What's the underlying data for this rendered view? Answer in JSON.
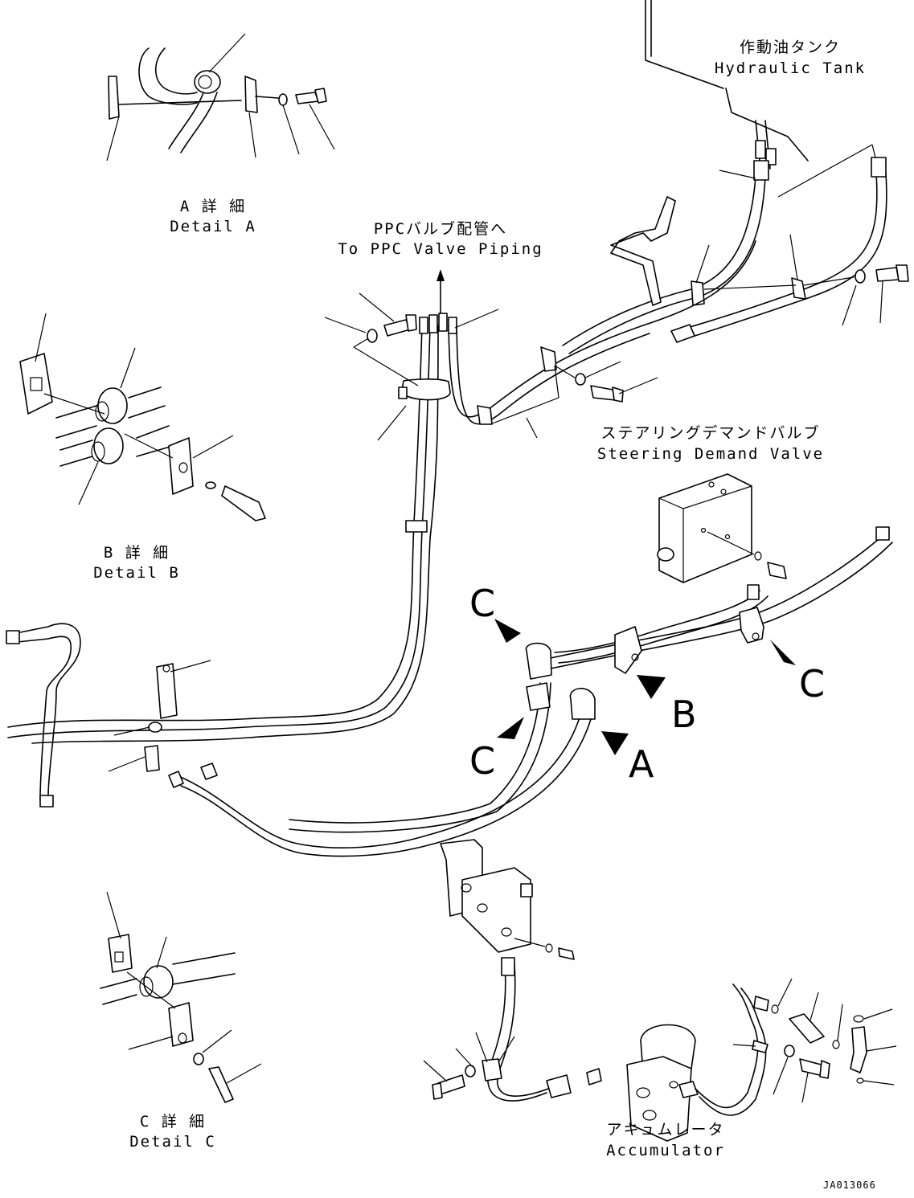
{
  "labels": {
    "detail_a": {
      "jp": "A 詳 細",
      "en": "Detail A"
    },
    "detail_b": {
      "jp": "B 詳 細",
      "en": "Detail B"
    },
    "detail_c": {
      "jp": "C 詳 細",
      "en": "Detail C"
    },
    "hydraulic_tank": {
      "jp": "作動油タンク",
      "en": "Hydraulic Tank"
    },
    "ppc_valve": {
      "jp": "PPCバルブ配管へ",
      "en": "To PPC Valve Piping"
    },
    "steering_valve": {
      "jp": "ステアリングデマンドバルブ",
      "en": "Steering Demand Valve"
    },
    "accumulator": {
      "jp": "アキュムレータ",
      "en": "Accumulator"
    }
  },
  "view_markers": {
    "c_top": "C",
    "c_right": "C",
    "c_bottom": "C",
    "b": "B",
    "a": "A"
  },
  "drawing_code": "JA013066"
}
